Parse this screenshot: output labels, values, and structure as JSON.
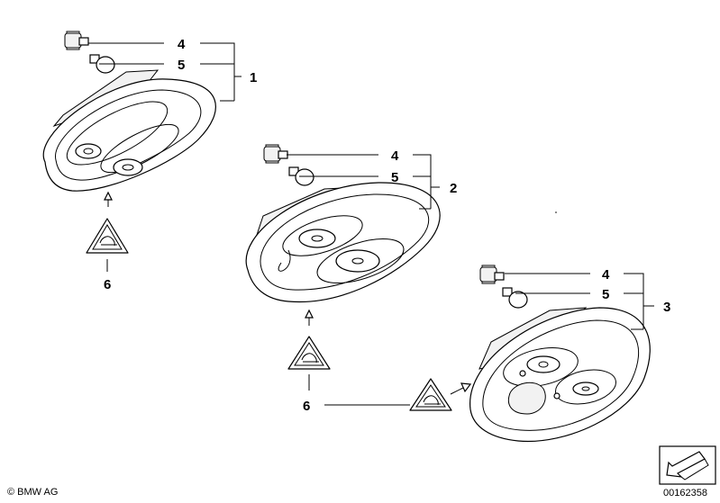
{
  "callouts": {
    "a_socket": "4",
    "a_bulb": "5",
    "a_assembly": "1",
    "a_label": "6",
    "b_socket": "4",
    "b_bulb": "5",
    "b_assembly": "2",
    "b_label": "6",
    "c_socket": "4",
    "c_bulb": "5",
    "c_assembly": "3"
  },
  "footer": {
    "copyright": "© BMW AG",
    "doc_number": "00162358"
  },
  "colors": {
    "line": "#000000",
    "background": "#ffffff",
    "part_shade": "#f2f2f2"
  },
  "icons": [
    "bulb-socket-icon",
    "bulb-icon",
    "warning-triangle-label-icon",
    "direction-arrow-box-icon"
  ]
}
